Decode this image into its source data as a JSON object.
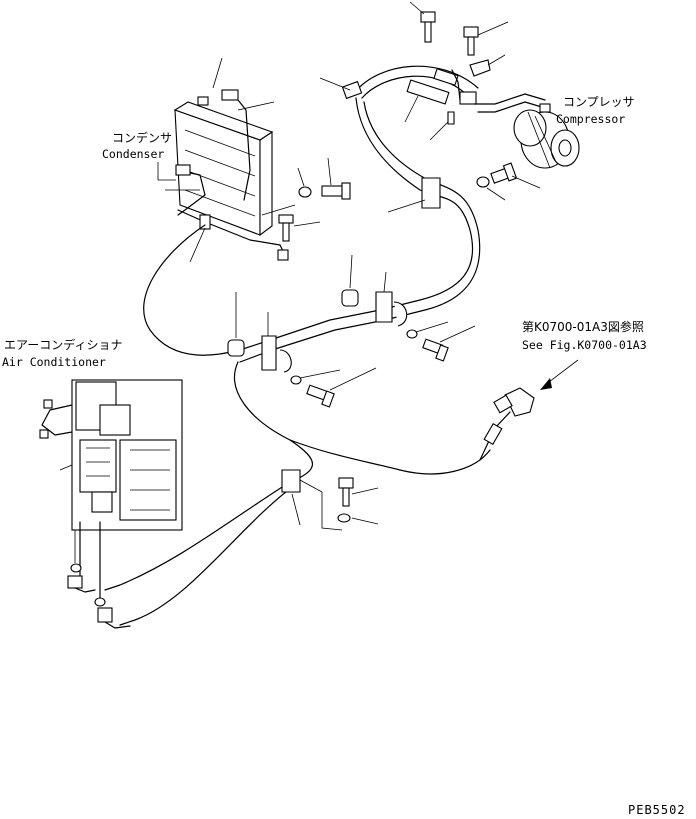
{
  "labels": {
    "condenser_jp": "コンデンサ",
    "condenser_en": "Condenser",
    "compressor_jp": "コンプレッサ",
    "compressor_en": "Compressor",
    "aircon_jp": "エアーコンディショナ",
    "aircon_en": "Air Conditioner",
    "ref_jp": "第K0700-01A3図参照",
    "ref_en": "See Fig.K0700-01A3",
    "page_code": "PEB5502"
  }
}
